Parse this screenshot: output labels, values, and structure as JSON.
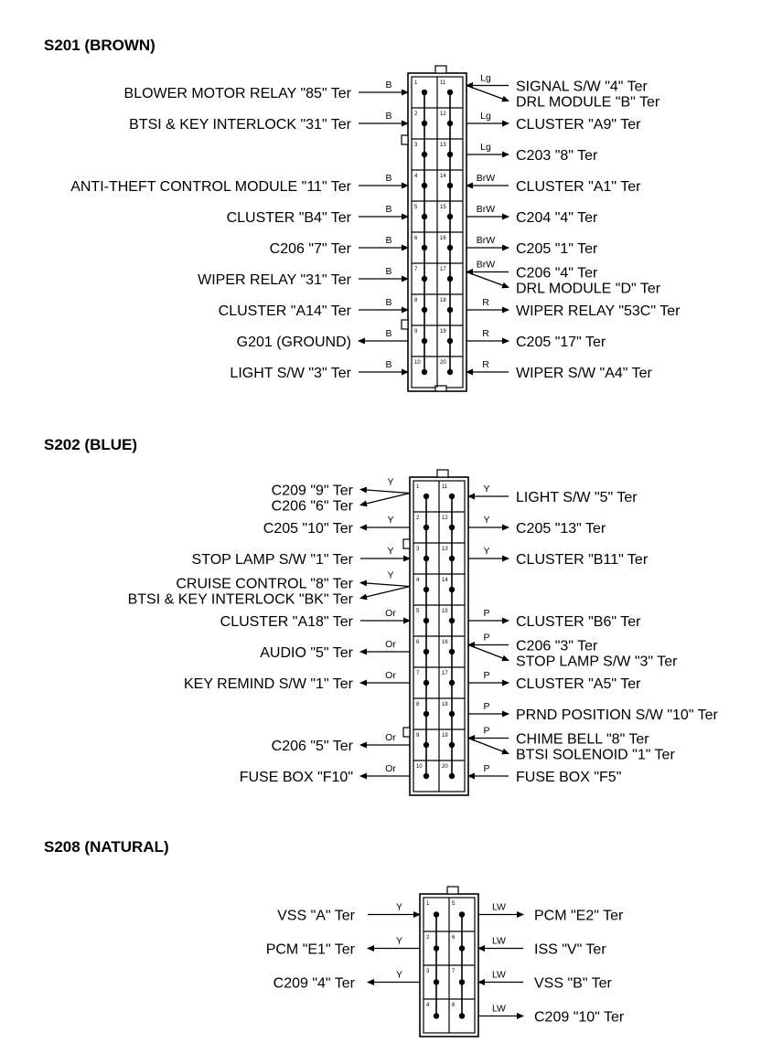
{
  "connectors": [
    {
      "id": "s201",
      "title": "S201 (BROWN)",
      "left": [
        {
          "labels": [
            "BLOWER MOTOR RELAY \"85\" Ter"
          ],
          "wire": "B",
          "dir": "in"
        },
        {
          "labels": [
            "BTSI & KEY INTERLOCK \"31\" Ter"
          ],
          "wire": "B",
          "dir": "in"
        },
        {
          "labels": [],
          "wire": "",
          "dir": "none"
        },
        {
          "labels": [
            "ANTI-THEFT CONTROL MODULE \"11\" Ter"
          ],
          "wire": "B",
          "dir": "in"
        },
        {
          "labels": [
            "CLUSTER \"B4\" Ter"
          ],
          "wire": "B",
          "dir": "in"
        },
        {
          "labels": [
            "C206 \"7\" Ter"
          ],
          "wire": "B",
          "dir": "in"
        },
        {
          "labels": [
            "WIPER RELAY \"31\" Ter"
          ],
          "wire": "B",
          "dir": "in"
        },
        {
          "labels": [
            "CLUSTER \"A14\" Ter"
          ],
          "wire": "B",
          "dir": "in"
        },
        {
          "labels": [
            "G201 (GROUND)"
          ],
          "wire": "B",
          "dir": "out"
        },
        {
          "labels": [
            "LIGHT S/W \"3\" Ter"
          ],
          "wire": "B",
          "dir": "in"
        }
      ],
      "right": [
        {
          "labels": [
            "SIGNAL S/W \"4\" Ter",
            "DRL MODULE \"B\" Ter"
          ],
          "wire": "Lg",
          "dir": "split"
        },
        {
          "labels": [
            "CLUSTER \"A9\" Ter"
          ],
          "wire": "Lg",
          "dir": "out"
        },
        {
          "labels": [
            "C203 \"8\" Ter"
          ],
          "wire": "Lg",
          "dir": "out"
        },
        {
          "labels": [
            "CLUSTER \"A1\" Ter"
          ],
          "wire": "BrW",
          "dir": "in"
        },
        {
          "labels": [
            "C204 \"4\" Ter"
          ],
          "wire": "BrW",
          "dir": "out"
        },
        {
          "labels": [
            "C205 \"1\" Ter"
          ],
          "wire": "BrW",
          "dir": "out"
        },
        {
          "labels": [
            "C206 \"4\" Ter",
            "DRL MODULE \"D\" Ter"
          ],
          "wire": "BrW",
          "dir": "split"
        },
        {
          "labels": [
            "WIPER RELAY \"53C\" Ter"
          ],
          "wire": "R",
          "dir": "out"
        },
        {
          "labels": [
            "C205 \"17\" Ter"
          ],
          "wire": "R",
          "dir": "out"
        },
        {
          "labels": [
            "WIPER S/W \"A4\" Ter"
          ],
          "wire": "R",
          "dir": "in"
        }
      ]
    },
    {
      "id": "s202",
      "title": "S202 (BLUE)",
      "left": [
        {
          "labels": [
            "C209 \"9\" Ter",
            "C206 \"6\" Ter"
          ],
          "wire": "Y",
          "dir": "splitout"
        },
        {
          "labels": [
            "C205 \"10\" Ter"
          ],
          "wire": "Y",
          "dir": "out"
        },
        {
          "labels": [
            "STOP LAMP S/W \"1\" Ter"
          ],
          "wire": "Y",
          "dir": "in"
        },
        {
          "labels": [
            "CRUISE CONTROL \"8\" Ter",
            "BTSI & KEY INTERLOCK \"BK\" Ter"
          ],
          "wire": "Y",
          "dir": "splitout"
        },
        {
          "labels": [
            "CLUSTER \"A18\" Ter"
          ],
          "wire": "Or",
          "dir": "in"
        },
        {
          "labels": [
            "AUDIO \"5\" Ter"
          ],
          "wire": "Or",
          "dir": "out"
        },
        {
          "labels": [
            "KEY REMIND S/W \"1\" Ter"
          ],
          "wire": "Or",
          "dir": "out"
        },
        {
          "labels": [],
          "wire": "",
          "dir": "none"
        },
        {
          "labels": [
            "C206 \"5\" Ter"
          ],
          "wire": "Or",
          "dir": "out"
        },
        {
          "labels": [
            "FUSE BOX \"F10\""
          ],
          "wire": "Or",
          "dir": "out"
        }
      ],
      "right": [
        {
          "labels": [
            "LIGHT S/W \"5\" Ter"
          ],
          "wire": "Y",
          "dir": "in"
        },
        {
          "labels": [
            "C205 \"13\" Ter"
          ],
          "wire": "Y",
          "dir": "out"
        },
        {
          "labels": [
            "CLUSTER \"B11\" Ter"
          ],
          "wire": "Y",
          "dir": "out"
        },
        {
          "labels": [],
          "wire": "",
          "dir": "none"
        },
        {
          "labels": [
            "CLUSTER \"B6\" Ter"
          ],
          "wire": "P",
          "dir": "out"
        },
        {
          "labels": [
            "C206 \"3\" Ter",
            "STOP LAMP S/W \"3\" Ter"
          ],
          "wire": "P",
          "dir": "split"
        },
        {
          "labels": [
            "CLUSTER \"A5\" Ter"
          ],
          "wire": "P",
          "dir": "out"
        },
        {
          "labels": [
            "PRND POSITION S/W \"10\" Ter"
          ],
          "wire": "P",
          "dir": "out"
        },
        {
          "labels": [
            "CHIME BELL \"8\" Ter",
            "BTSI SOLENOID \"1\" Ter"
          ],
          "wire": "P",
          "dir": "split"
        },
        {
          "labels": [
            "FUSE BOX \"F5\""
          ],
          "wire": "P",
          "dir": "in"
        }
      ]
    },
    {
      "id": "s208",
      "title": "S208 (NATURAL)",
      "left": [
        {
          "labels": [
            "VSS \"A\" Ter"
          ],
          "wire": "Y",
          "dir": "in"
        },
        {
          "labels": [
            "PCM \"E1\" Ter"
          ],
          "wire": "Y",
          "dir": "out"
        },
        {
          "labels": [
            "C209 \"4\" Ter"
          ],
          "wire": "Y",
          "dir": "out"
        },
        {
          "labels": [],
          "wire": "",
          "dir": "none"
        }
      ],
      "right": [
        {
          "labels": [
            "PCM \"E2\" Ter"
          ],
          "wire": "LW",
          "dir": "out"
        },
        {
          "labels": [
            "ISS \"V\" Ter"
          ],
          "wire": "LW",
          "dir": "in"
        },
        {
          "labels": [
            "VSS \"B\" Ter"
          ],
          "wire": "LW",
          "dir": "in"
        },
        {
          "labels": [
            "C209 \"10\" Ter"
          ],
          "wire": "LW",
          "dir": "out"
        }
      ]
    }
  ]
}
